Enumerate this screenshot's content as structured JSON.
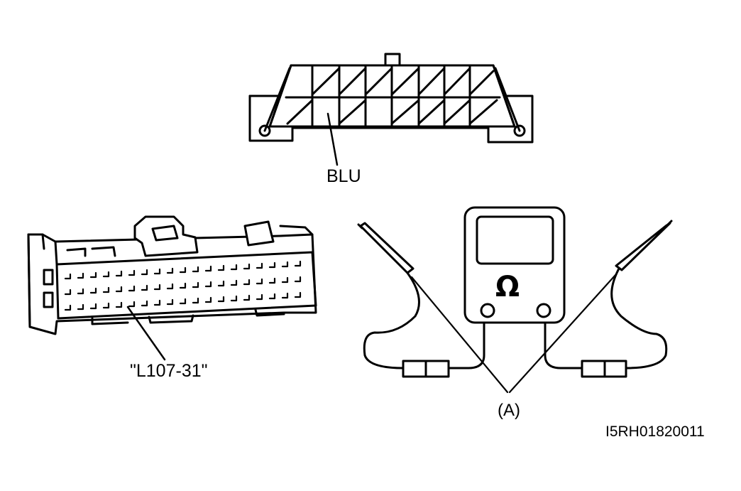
{
  "labels": {
    "blu": "BLU",
    "connector_terminal": "\"L107-31\"",
    "callout_a": "(A)",
    "figure_code": "I5RH01820011"
  },
  "meter": {
    "symbol": "Ω",
    "icon": "ohmmeter-icon"
  },
  "colors": {
    "line": "#000000",
    "background": "#ffffff"
  }
}
